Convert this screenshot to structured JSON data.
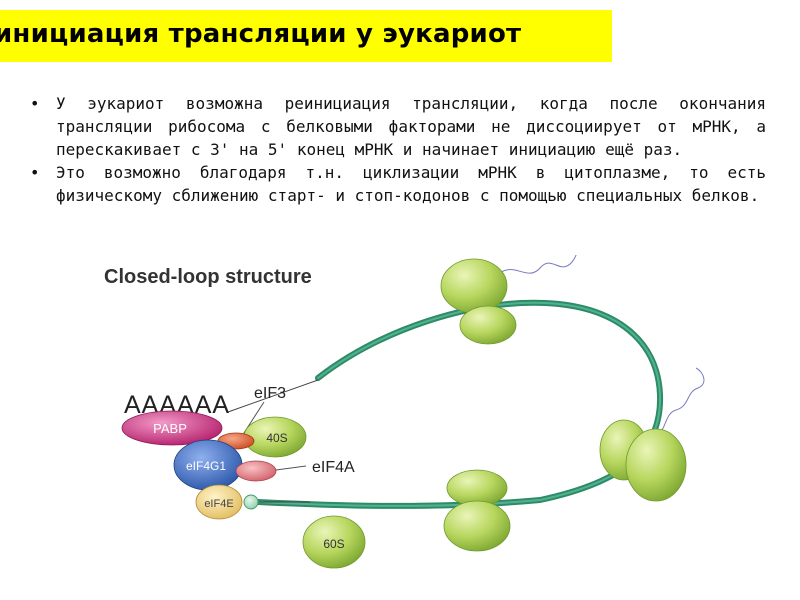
{
  "title": "инициация трансляции у эукариот",
  "bullets": [
    "У эукариот возможна реинициация трансляции, когда после окончания трансляции рибосома с белковыми факторами не диссоциирует от мРНК, а перескакивает с 3' на 5' конец мРНК и начинает инициацию ещё раз.",
    "Это возможно благодаря т.н. циклизации мРНК в цитоплазме, то есть физическому сближению старт- и стоп-кодонов с помощью специальных белков."
  ],
  "diagram": {
    "heading": "Closed-loop structure",
    "poly_a": "AAAAAA",
    "labels": {
      "pabp": "PABP",
      "eif3": "eIF3",
      "s40": "40S",
      "eif4g1": "eIF4G1",
      "eif4a": "eIF4A",
      "eif4e": "eIF4E",
      "s60": "60S"
    },
    "colors": {
      "mrna": "#3a9a78",
      "ribosome": "#b7d65e",
      "pabp": "#c8307e",
      "eif4g1": "#3f6fc4",
      "eif4e": "#f1d488",
      "eif4a": "#e07c80",
      "eif3": "#e06a3c"
    }
  }
}
